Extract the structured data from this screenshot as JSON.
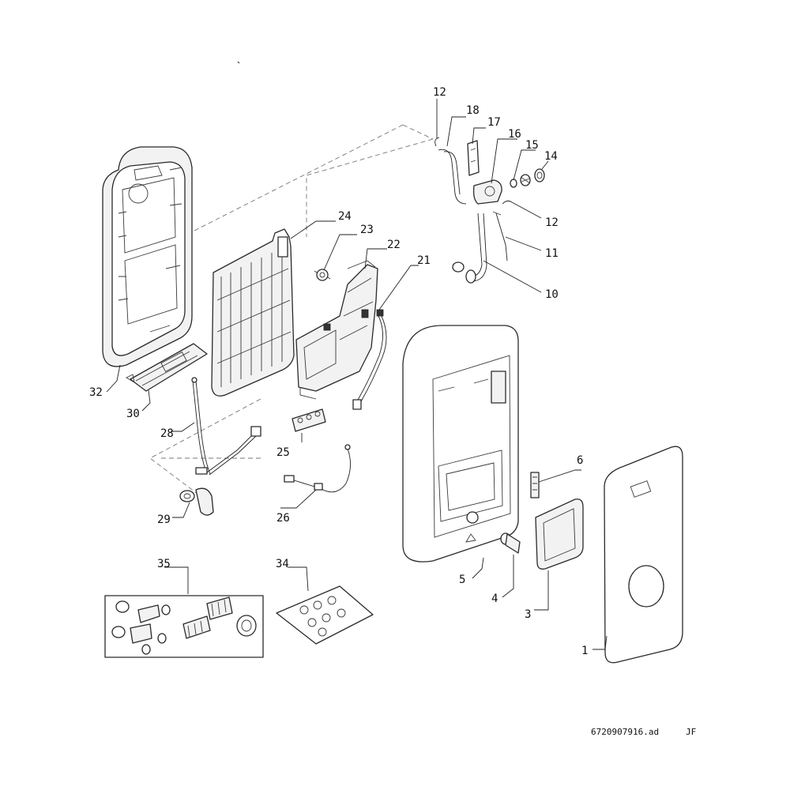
{
  "callouts": [
    {
      "id": "c1",
      "label": "1"
    },
    {
      "id": "c3",
      "label": "3"
    },
    {
      "id": "c4",
      "label": "4"
    },
    {
      "id": "c5",
      "label": "5"
    },
    {
      "id": "c6",
      "label": "6"
    },
    {
      "id": "c10",
      "label": "10"
    },
    {
      "id": "c11",
      "label": "11"
    },
    {
      "id": "c12a",
      "label": "12"
    },
    {
      "id": "c12b",
      "label": "12"
    },
    {
      "id": "c14",
      "label": "14"
    },
    {
      "id": "c15",
      "label": "15"
    },
    {
      "id": "c16",
      "label": "16"
    },
    {
      "id": "c17",
      "label": "17"
    },
    {
      "id": "c18",
      "label": "18"
    },
    {
      "id": "c21",
      "label": "21"
    },
    {
      "id": "c22",
      "label": "22"
    },
    {
      "id": "c23",
      "label": "23"
    },
    {
      "id": "c24",
      "label": "24"
    },
    {
      "id": "c25",
      "label": "25"
    },
    {
      "id": "c26",
      "label": "26"
    },
    {
      "id": "c28",
      "label": "28"
    },
    {
      "id": "c29",
      "label": "29"
    },
    {
      "id": "c30",
      "label": "30"
    },
    {
      "id": "c32",
      "label": "32"
    },
    {
      "id": "c34",
      "label": "34"
    },
    {
      "id": "c35",
      "label": "35"
    }
  ],
  "drawing_reference": "6720907916.ad",
  "drawing_initials": "JF"
}
